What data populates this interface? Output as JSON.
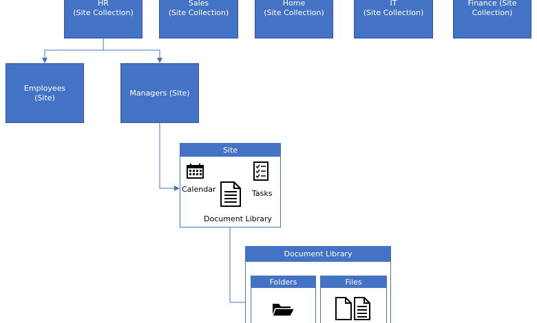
{
  "top_row": {
    "hr": "HR\n(Site Collection)",
    "sales": "Sales\n(Site Collection)",
    "home": "Home\n(Site Collection)",
    "it": "IT\n(Site Collection)",
    "finance": "Finance (Site\nCollection)"
  },
  "second_row": {
    "employees": "Employees\n(Site)",
    "managers": "Managers (Site)"
  },
  "site_panel": {
    "title": "Site",
    "calendar": "Calendar",
    "tasks": "Tasks",
    "document_library": "Document Library"
  },
  "doclib_panel": {
    "title": "Document Library",
    "folders": "Folders",
    "files": "Files"
  },
  "colors": {
    "box_fill": "#4472c4",
    "box_border": "#2f5597",
    "connector": "#4472c4"
  },
  "icons": {
    "calendar": "calendar-icon",
    "tasks": "checklist-icon",
    "document": "document-icon",
    "folder": "open-folder-icon",
    "files": "files-icon"
  }
}
